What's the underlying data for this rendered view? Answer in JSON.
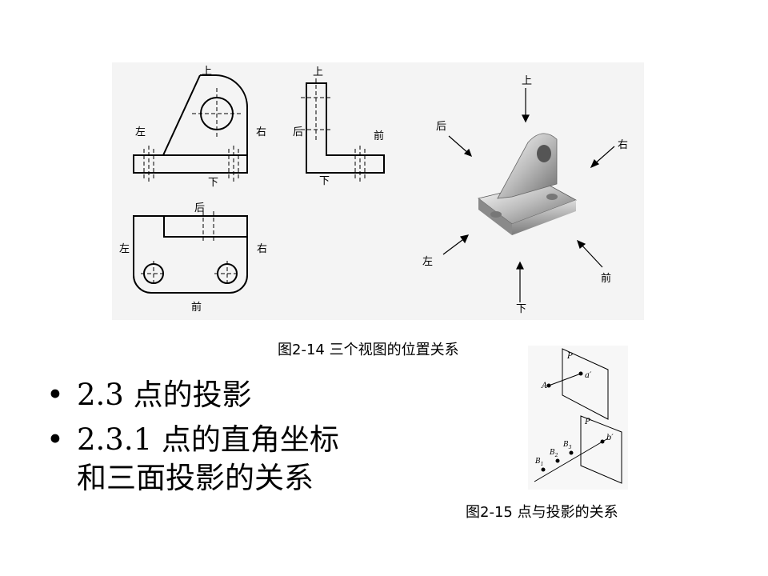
{
  "figure_2_14": {
    "caption": "图2-14  三个视图的位置关系",
    "front_view_labels": {
      "top": "上",
      "bottom": "下",
      "left": "左",
      "right": "右"
    },
    "side_view_labels": {
      "top": "上",
      "bottom": "下",
      "back": "后",
      "front": "前"
    },
    "top_view_labels": {
      "top": "后",
      "bottom": "前",
      "left": "左",
      "right": "右"
    },
    "iso_labels": {
      "top": "上",
      "bottom": "下",
      "left": "左",
      "right": "右",
      "back": "后",
      "front": "前"
    }
  },
  "figure_2_15": {
    "caption": "图2-15  点与投影的关系",
    "plane_label": "P",
    "point_a": "A",
    "point_a_proj": "a′",
    "point_b": "b′",
    "points_b": [
      "B",
      "B",
      "B"
    ],
    "subscripts": [
      "1",
      "2",
      "3"
    ]
  },
  "bullets": {
    "item1": "2.3  点的投影",
    "item2_line1": "2.3.1    点的直角坐标",
    "item2_line2": "和三面投影的关系",
    "marker": "•"
  }
}
